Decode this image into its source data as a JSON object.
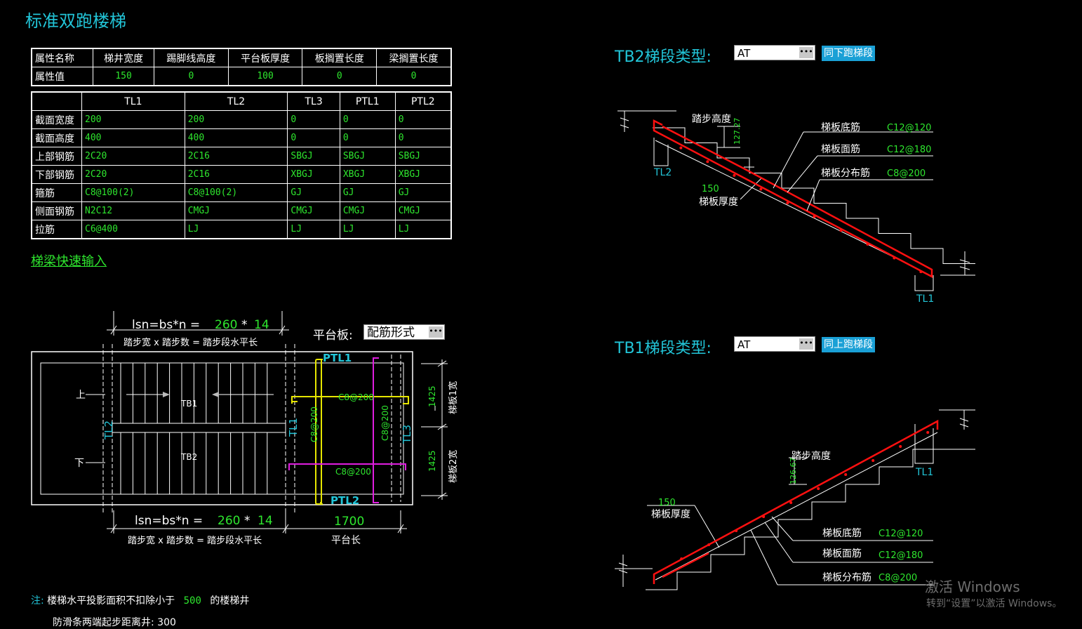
{
  "title": "标准双跑楼梯",
  "props": {
    "headers": [
      "属性名称",
      "梯井宽度",
      "踢脚线高度",
      "平台板厚度",
      "板搁置长度",
      "梁搁置长度"
    ],
    "row_label": "属性值",
    "values": [
      "150",
      "0",
      "100",
      "0",
      "0"
    ]
  },
  "beams": {
    "columns": [
      "TL1",
      "TL2",
      "TL3",
      "PTL1",
      "PTL2"
    ],
    "rows": [
      {
        "label": "截面宽度",
        "cells": [
          "200",
          "200",
          "0",
          "0",
          "0"
        ]
      },
      {
        "label": "截面高度",
        "cells": [
          "400",
          "400",
          "0",
          "0",
          "0"
        ]
      },
      {
        "label": "上部钢筋",
        "cells": [
          "2C20",
          "2C16",
          "SBGJ",
          "SBGJ",
          "SBGJ"
        ]
      },
      {
        "label": "下部钢筋",
        "cells": [
          "2C20",
          "2C16",
          "XBGJ",
          "XBGJ",
          "XBGJ"
        ]
      },
      {
        "label": "箍筋",
        "cells": [
          "C8@100(2)",
          "C8@100(2)",
          "GJ",
          "GJ",
          "GJ"
        ]
      },
      {
        "label": "侧面钢筋",
        "cells": [
          "N2C12",
          "CMGJ",
          "CMGJ",
          "CMGJ",
          "CMGJ"
        ]
      },
      {
        "label": "拉筋",
        "cells": [
          "C6@400",
          "LJ",
          "LJ",
          "LJ",
          "LJ"
        ]
      }
    ]
  },
  "quick_input": "梯梁快速输入",
  "plan": {
    "top_formula_prefix": "lsn=bs*n =",
    "top_bs": "260",
    "top_star": "*",
    "top_n": "14",
    "top_caption": "踏步宽 x 踏步数 = 踏步段水平长",
    "bottom_formula_prefix": "lsn=bs*n =",
    "bottom_bs": "260",
    "bottom_star": "*",
    "bottom_n": "14",
    "bottom_caption": "踏步宽 x 踏步数 = 踏步段水平长",
    "platform_label": "平台板:",
    "platform_value": "配筋形式",
    "platform_length": "1700",
    "platform_length_label": "平台长",
    "up": "上",
    "down": "下",
    "tb1": "TB1",
    "tb2": "TB2",
    "tl1": "TL1",
    "tl2": "TL2",
    "tl3": "TL3",
    "ptl1": "PTL1",
    "ptl2": "PTL2",
    "rebar_top": "C8@200",
    "rebar_bottom": "C8@200",
    "rebar_v1": "C8@200",
    "rebar_v2": "C8@200",
    "w1": "1425",
    "w1_label": "梯板1宽",
    "w2": "1425",
    "w2_label": "梯板2宽"
  },
  "notes": {
    "prefix": "注:",
    "text1": "楼梯水平投影面积不扣除小于",
    "value": "500",
    "text2": "的楼梯井",
    "line2": "防滑条两端起步距离井: 300"
  },
  "tb2": {
    "label": "TB2梯段类型:",
    "type": "AT",
    "button": "同下跑梯段",
    "step_height_label": "踏步高度",
    "step_height": "127.27",
    "thickness": "150",
    "thickness_label": "梯板厚度",
    "bottom_bar_label": "梯板底筋",
    "bottom_bar": "C12@120",
    "top_bar_label": "梯板面筋",
    "top_bar": "C12@180",
    "dist_bar_label": "梯板分布筋",
    "dist_bar": "C8@200",
    "beam_left": "TL2",
    "beam_right": "TL1"
  },
  "tb1": {
    "label": "TB1梯段类型:",
    "type": "AT",
    "button": "同上跑梯段",
    "step_height_label": "踏步高度",
    "step_height": "126.67",
    "thickness": "150",
    "thickness_label": "梯板厚度",
    "bottom_bar_label": "梯板底筋",
    "bottom_bar": "C12@120",
    "top_bar_label": "梯板面筋",
    "top_bar": "C12@180",
    "dist_bar_label": "梯板分布筋",
    "dist_bar": "C8@200",
    "beam_right": "TL1"
  },
  "watermark": {
    "line1": "激活 Windows",
    "line2": "转到“设置”以激活 Windows。"
  },
  "colors": {
    "cyan": "#22c5d8",
    "green": "#2ee62e",
    "red": "#ff1010",
    "yellow": "#e6e600",
    "magenta": "#e01ee0",
    "button": "#1aa0d6"
  }
}
